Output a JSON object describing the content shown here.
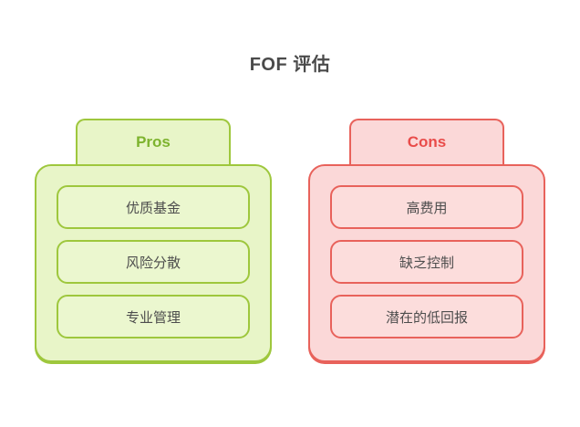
{
  "title": "FOF 评估",
  "columns": [
    {
      "id": "pros",
      "label": "Pros",
      "items": [
        "优质基金",
        "风险分散",
        "专业管理"
      ]
    },
    {
      "id": "cons",
      "label": "Cons",
      "items": [
        "高费用",
        "缺乏控制",
        "潜在的低回报"
      ]
    }
  ],
  "colors": {
    "background": "#ffffff",
    "title_text": "#4a4a4a",
    "item_text": "#4d4d4d",
    "pros_fill": "#e8f5c8",
    "pros_border": "#9ec73d",
    "pros_label": "#7db32e",
    "cons_fill": "#fbd8d8",
    "cons_border": "#e8625b",
    "cons_label": "#e94c4a"
  }
}
